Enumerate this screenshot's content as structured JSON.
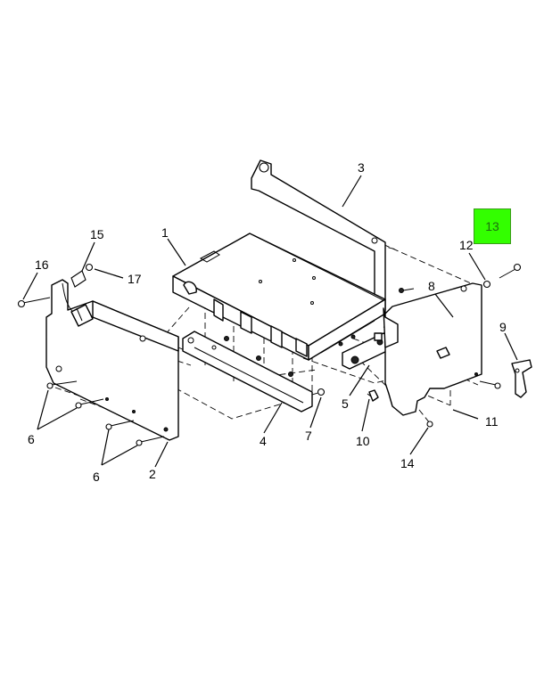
{
  "callouts": {
    "c1": "1",
    "c2": "2",
    "c3": "3",
    "c4": "4",
    "c5": "5",
    "c6a": "6",
    "c6b": "6",
    "c7": "7",
    "c8": "8",
    "c9": "9",
    "c10": "10",
    "c11": "11",
    "c12": "12",
    "c13": "13",
    "c14": "14",
    "c15": "15",
    "c16": "16",
    "c17": "17"
  },
  "highlight": {
    "label": "13",
    "color": "#33ff00"
  },
  "footer": {
    "left": "",
    "right": ""
  }
}
